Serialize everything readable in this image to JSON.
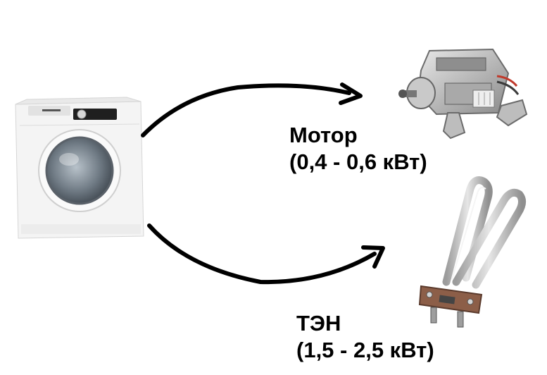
{
  "diagram": {
    "nodes": [
      {
        "id": "washing-machine",
        "icon": "washing-machine-icon"
      },
      {
        "id": "motor",
        "icon": "motor-icon",
        "label_line1": "Мотор",
        "label_line2": "(0,4 - 0,6 кВт)"
      },
      {
        "id": "heater",
        "icon": "heating-element-icon",
        "label_line1": "ТЭН",
        "label_line2": "(1,5 - 2,5 кВт)"
      }
    ],
    "edges": [
      {
        "from": "washing-machine",
        "to": "motor"
      },
      {
        "from": "washing-machine",
        "to": "heater"
      }
    ],
    "colors": {
      "arrow": "#000000",
      "text": "#000000",
      "background": "#ffffff"
    }
  }
}
